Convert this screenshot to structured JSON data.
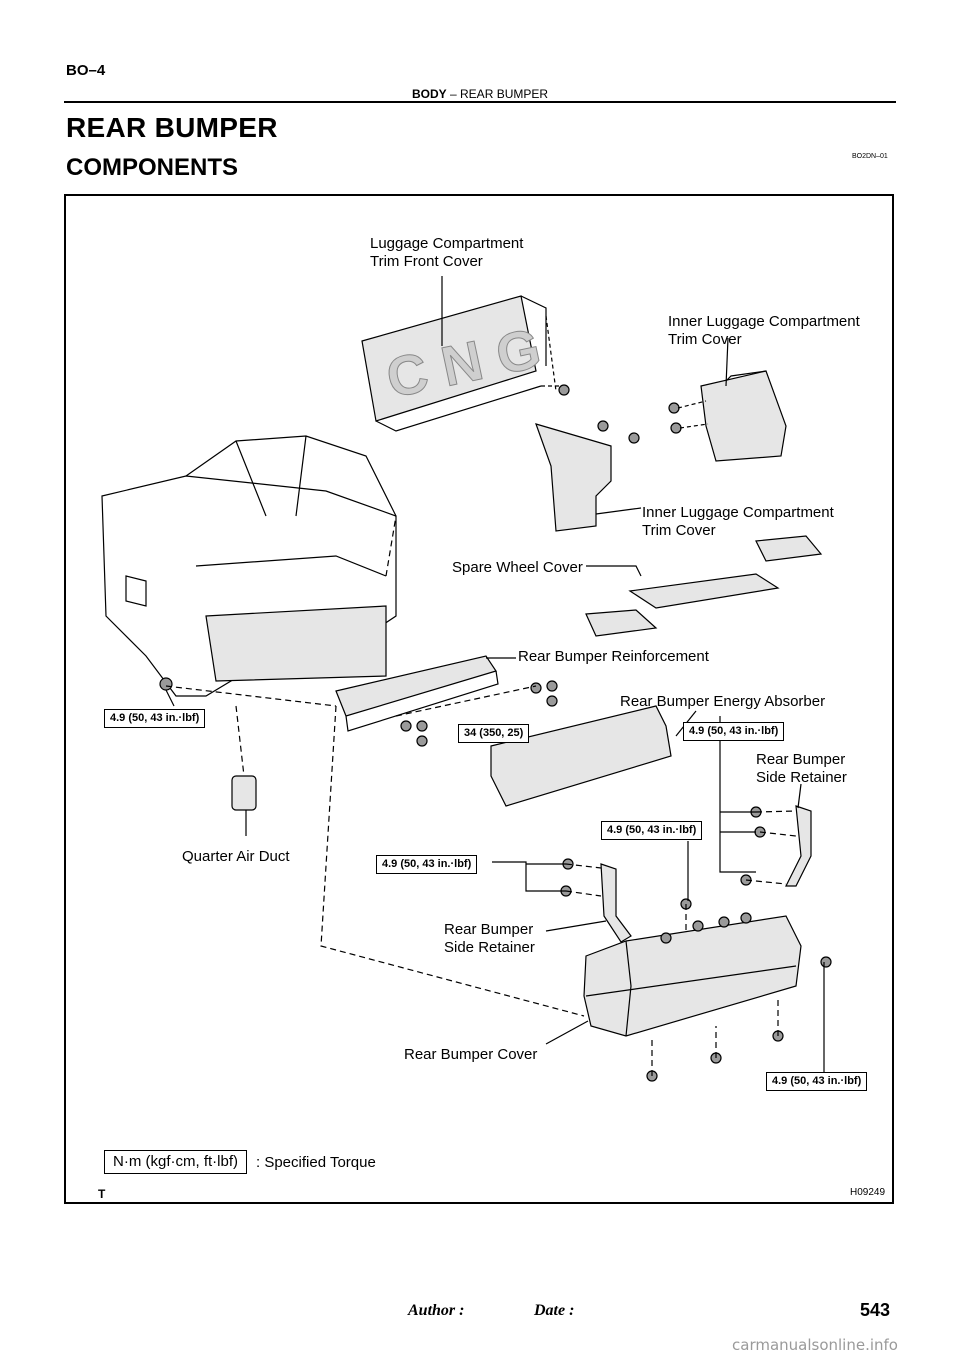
{
  "header": {
    "page_code": "BO–4",
    "section": "BODY",
    "separator": "–",
    "subsection": "REAR BUMPER"
  },
  "title": "REAR BUMPER",
  "subtitle": "COMPONENTS",
  "doc_ref": "BO2DN–01",
  "labels": {
    "luggage_front_cover": [
      "Luggage Compartment",
      "Trim Front Cover"
    ],
    "inner_cover_right": [
      "Inner Luggage Compartment",
      "Trim Cover"
    ],
    "inner_cover_left": [
      "Inner Luggage Compartment",
      "Trim Cover"
    ],
    "spare_wheel_cover": "Spare Wheel Cover",
    "reinforcement": "Rear Bumper Reinforcement",
    "energy_absorber": "Rear Bumper Energy Absorber",
    "side_retainer_right": [
      "Rear Bumper",
      "Side Retainer"
    ],
    "side_retainer_left": [
      "Rear Bumper",
      "Side Retainer"
    ],
    "quarter_air_duct": "Quarter Air Duct",
    "bumper_cover": "Rear Bumper Cover"
  },
  "torques": {
    "t1": "4.9 (50, 43 in.·lbf)",
    "t2": "34 (350, 25)",
    "t3": "4.9 (50, 43 in.·lbf)",
    "t4": "4.9 (50, 43 in.·lbf)",
    "t5": "4.9 (50, 43 in.·lbf)",
    "t6": "4.9 (50, 43 in.·lbf)"
  },
  "legend": {
    "unit_box": "N·m (kgf·cm, ft·lbf)",
    "text": ": Specified Torque"
  },
  "figure_id": "H09249",
  "t_mark": "T",
  "footer": {
    "author_label": "Author :",
    "date_label": "Date :",
    "page_number": "543"
  },
  "watermark": "carmanualsonline.info",
  "colors": {
    "line": "#000000",
    "part_fill": "#e6e6e6",
    "part_dark": "#9a9a9a",
    "watermark": "#9a9a9a"
  }
}
